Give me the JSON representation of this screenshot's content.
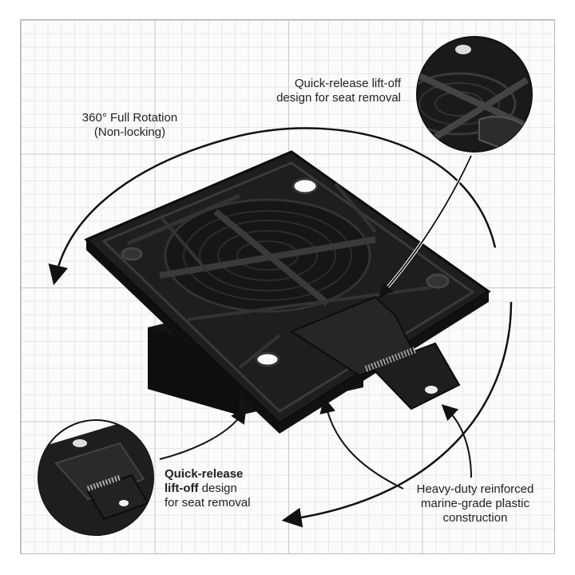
{
  "callouts": {
    "rotation": {
      "line1": "360° Full Rotation",
      "line2": "(Non-locking)"
    },
    "top_release": {
      "line1": "Quick-release lift-off",
      "line2": "design for seat removal"
    },
    "bottom_release": {
      "line1": "Quick-release",
      "line2_bold": "lift-off",
      "line2_rest": " design",
      "line3": "for seat removal"
    },
    "material": {
      "line1": "Heavy-duty reinforced",
      "line2": "marine-grade plastic",
      "line3": "construction"
    }
  },
  "colors": {
    "product": "#1c1c1c",
    "product_highlight": "#3a3a3a",
    "arrow": "#111111",
    "grid_major": "#c9c9c9",
    "grid_minor": "#e6e6e6"
  }
}
